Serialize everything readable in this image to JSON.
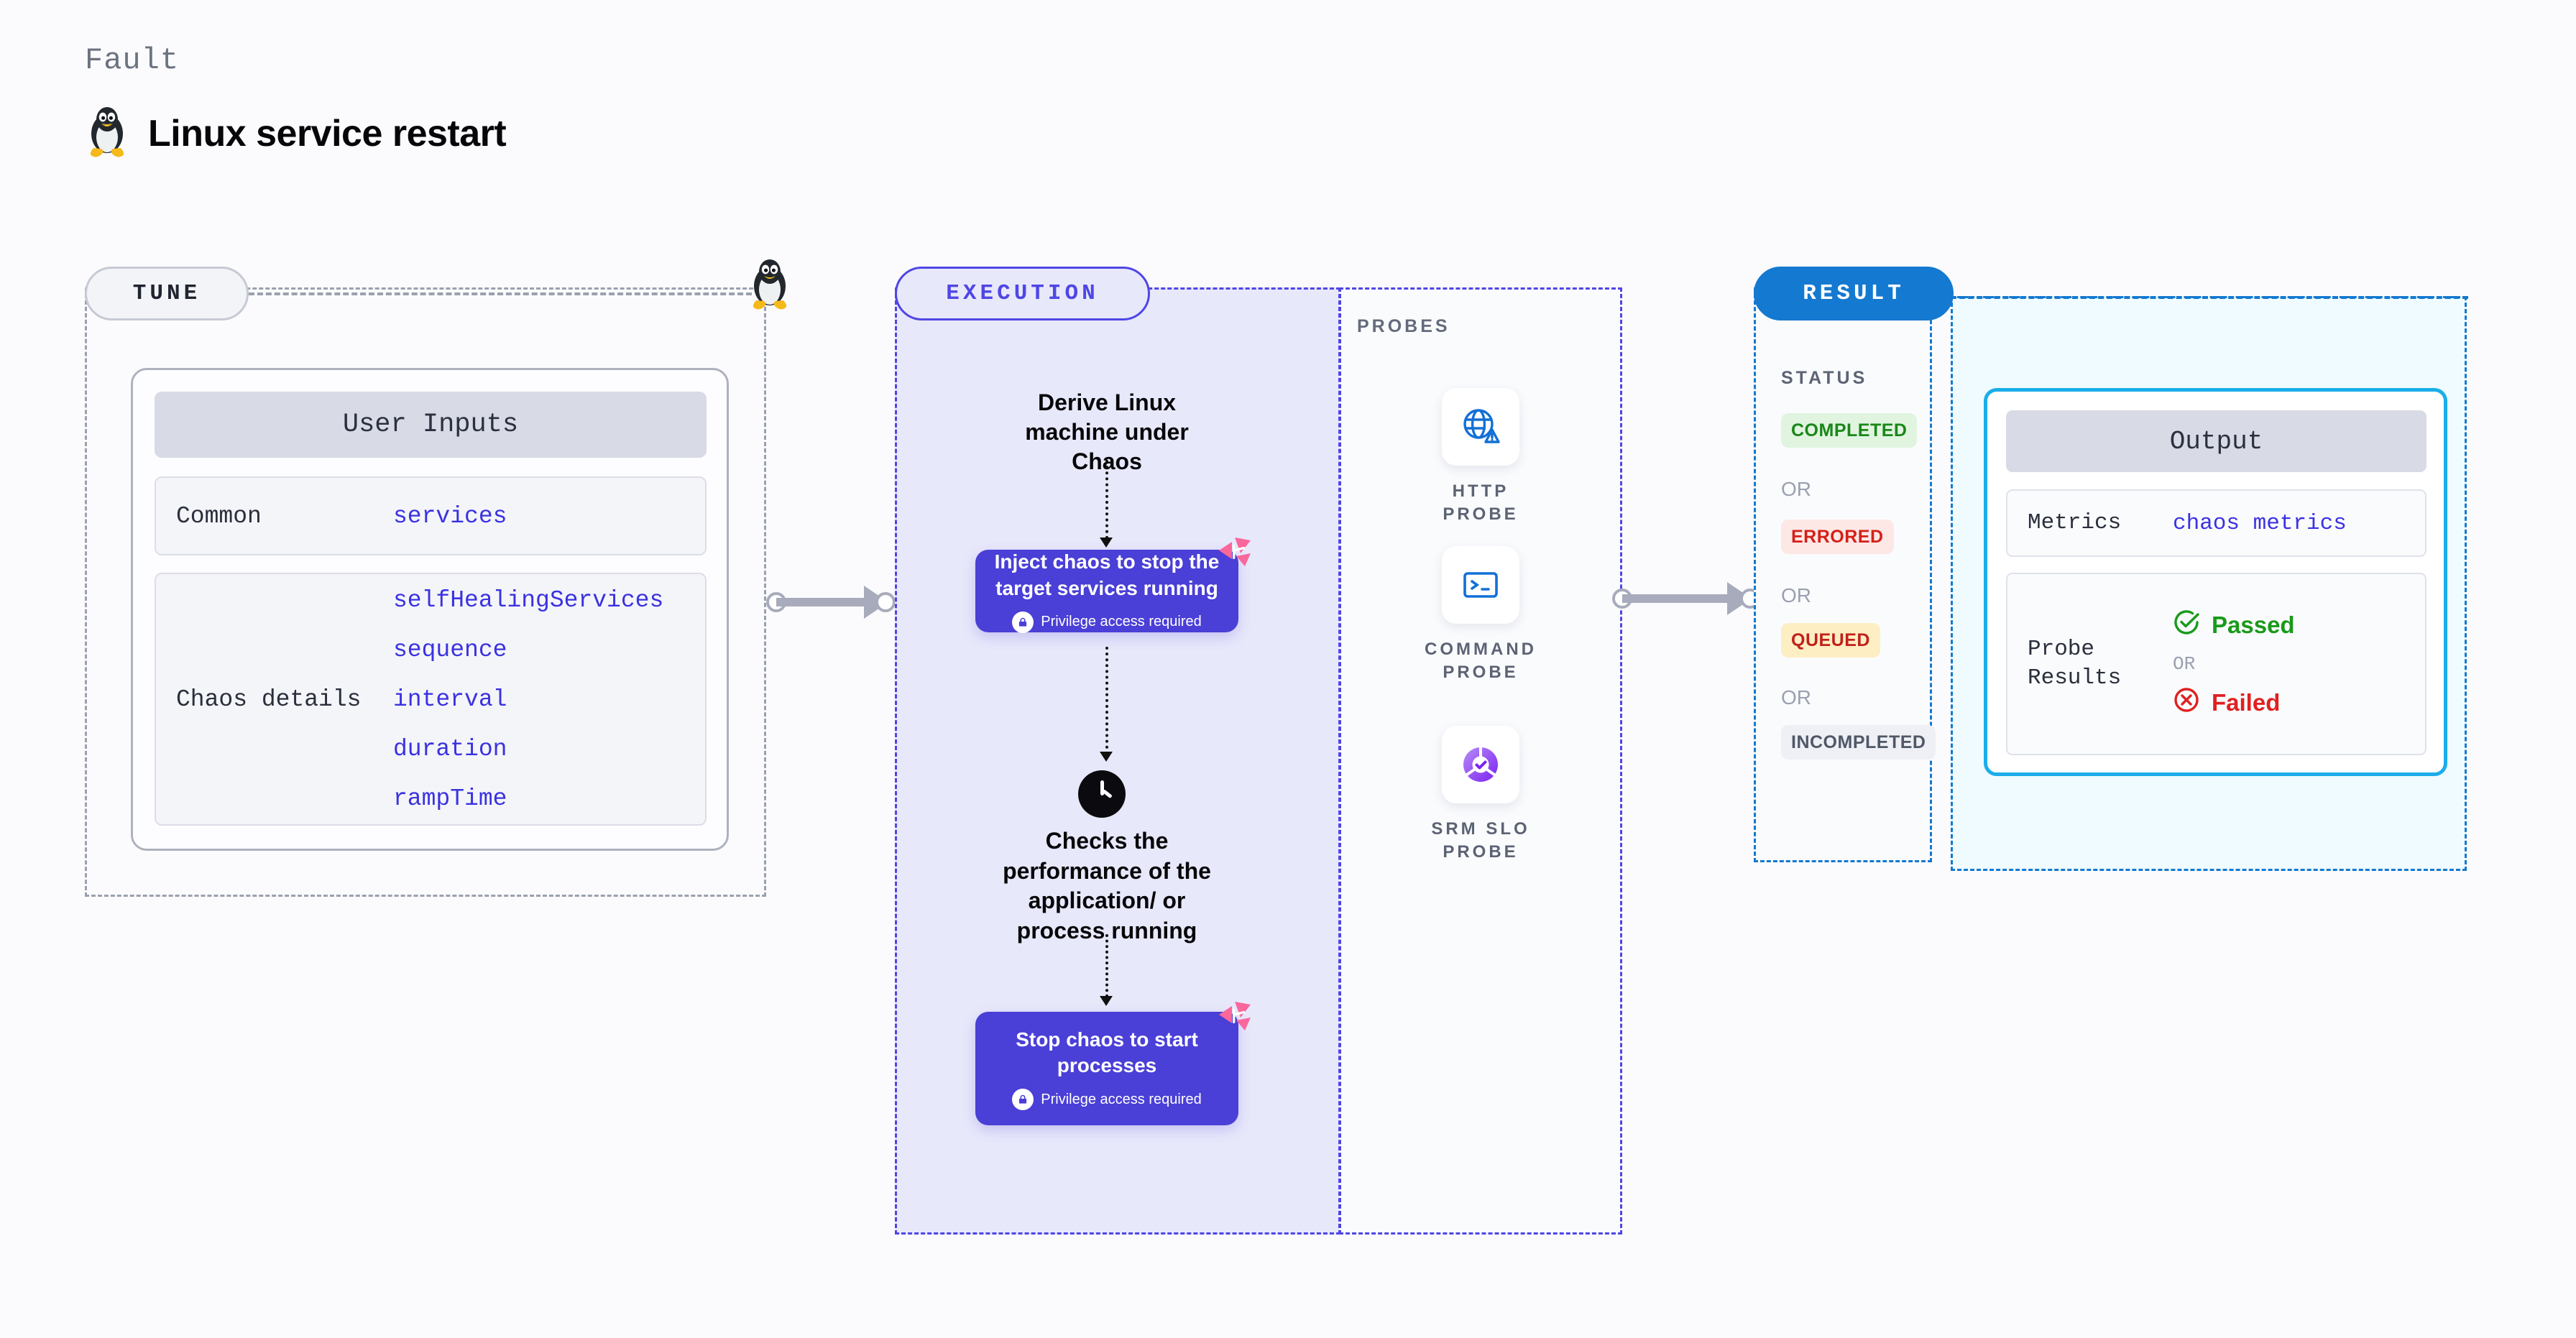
{
  "header": {
    "kicker": "Fault",
    "title": "Linux service restart",
    "icon": "linux-penguin-icon"
  },
  "tune": {
    "badge": "TUNE",
    "card_title": "User Inputs",
    "sections": [
      {
        "key": "Common",
        "values": [
          "services"
        ]
      },
      {
        "key": "Chaos details",
        "values": [
          "selfHealingServices",
          "sequence",
          "interval",
          "duration",
          "rampTime"
        ]
      }
    ]
  },
  "execution": {
    "badge": "EXECUTION",
    "step_derive": "Derive Linux machine under Chaos",
    "chaos_inject": {
      "title": "Inject chaos to stop the target services running",
      "privilege": "Privilege access required"
    },
    "step_check": "Checks the performance of the application/ or process running",
    "chaos_stop": {
      "title": "Stop chaos to start processes",
      "privilege": "Privilege access required"
    },
    "clock_icon": "clock-icon",
    "chaos_flag_icon": "chaos-flag-icon"
  },
  "probes": {
    "label": "PROBES",
    "items": [
      {
        "name": "HTTP PROBE",
        "icon": "globe-warning-icon"
      },
      {
        "name": "COMMAND PROBE",
        "icon": "terminal-icon"
      },
      {
        "name": "SRM SLO PROBE",
        "icon": "slo-donut-check-icon"
      }
    ]
  },
  "result": {
    "badge": "RESULT",
    "status_label": "STATUS",
    "or": "OR",
    "statuses": [
      {
        "label": "COMPLETED",
        "bg": "#e0f4e0",
        "fg": "#1a8718"
      },
      {
        "label": "ERRORED",
        "bg": "#fde8e6",
        "fg": "#d42018"
      },
      {
        "label": "QUEUED",
        "bg": "#fdeec3",
        "fg": "#c0211b"
      },
      {
        "label": "INCOMPLETED",
        "bg": "#eef0f5",
        "fg": "#505868"
      }
    ]
  },
  "output": {
    "card_title": "Output",
    "metrics_key": "Metrics",
    "metrics_value": "chaos metrics",
    "probe_key": "Probe Results",
    "passed": "Passed",
    "failed": "Failed",
    "or": "OR"
  },
  "colors": {
    "indigo": "#4f46e5",
    "chaos_box": "#4a3fd6",
    "result_blue": "#1479d0",
    "output_cyan": "#1badea",
    "link_blue": "#3b32e0",
    "pink": "#f9679b"
  }
}
